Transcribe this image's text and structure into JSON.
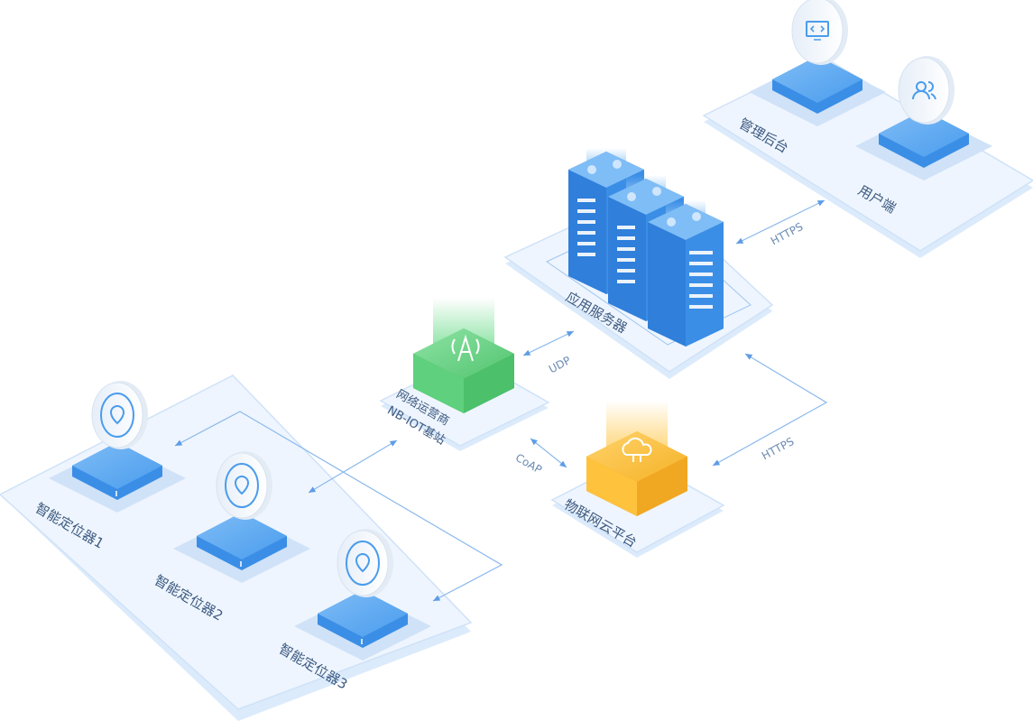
{
  "groups": {
    "locators": {
      "devices": [
        {
          "label": "智能定位器1",
          "icon": "location-pin-icon"
        },
        {
          "label": "智能定位器2",
          "icon": "location-pin-icon"
        },
        {
          "label": "智能定位器3",
          "icon": "location-pin-icon"
        }
      ]
    },
    "base_station": {
      "label_line1": "网络运营商",
      "label_line2": "NB-IOT基站",
      "icon": "signal-tower-icon",
      "color": "#5cc978"
    },
    "cloud_platform": {
      "label": "物联网云平台",
      "icon": "cloud-icon",
      "color": "#f5b227"
    },
    "app_server": {
      "label": "应用服务器",
      "icon": "server-rack-icon",
      "color": "#3b8ee6"
    },
    "clients": {
      "admin": {
        "label": "管理后台",
        "icon": "monitor-code-icon"
      },
      "user": {
        "label": "用户端",
        "icon": "users-icon"
      }
    }
  },
  "protocols": {
    "udp": "UDP",
    "coap": "CoAP",
    "https_cloud": "HTTPS",
    "https_client": "HTTPS"
  },
  "colors": {
    "platform": "#e3effd",
    "device_blue": "#3f94ea",
    "line": "#8ab8ec"
  }
}
